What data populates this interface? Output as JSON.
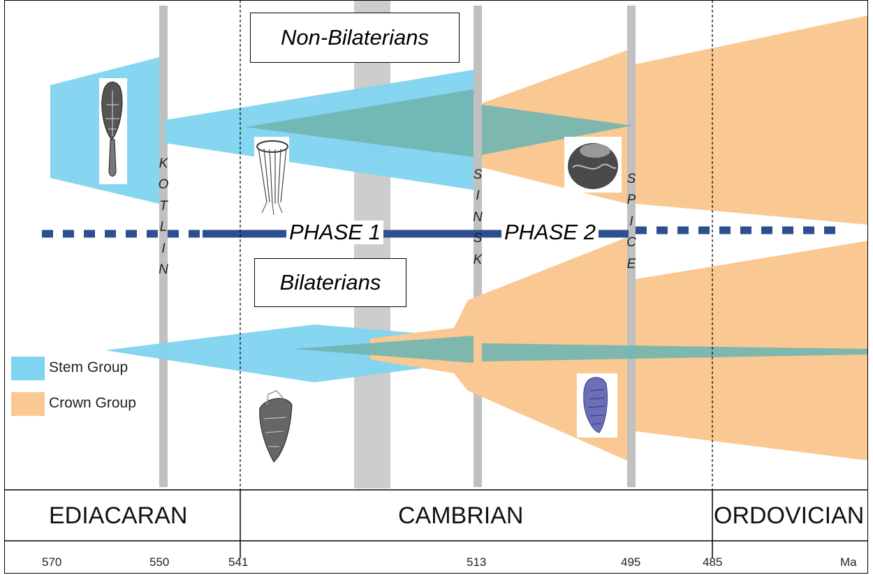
{
  "group_labels": {
    "non_bilaterians": "Non-Bilaterians",
    "bilaterians": "Bilaterians"
  },
  "phases": {
    "phase1": "PHASE 1",
    "phase2": "PHASE 2"
  },
  "events": [
    {
      "name": "KOTLIN",
      "letters": [
        "K",
        "O",
        "T",
        "L",
        "I",
        "N"
      ]
    },
    {
      "name": "SINSK",
      "letters": [
        "S",
        "I",
        "N",
        "S",
        "K"
      ]
    },
    {
      "name": "SPICE",
      "letters": [
        "S",
        "P",
        "I",
        "C",
        "E"
      ]
    }
  ],
  "legend": [
    {
      "label": "Stem Group",
      "color": "#7fd3f0"
    },
    {
      "label": "Crown Group",
      "color": "#fac892"
    }
  ],
  "periods": [
    "EDIACARAN",
    "CAMBRIAN",
    "ORDOVICIAN"
  ],
  "ticks": [
    "570",
    "550",
    "541",
    "513",
    "495",
    "485",
    "Ma"
  ],
  "colors": {
    "stem": "#7fd3f0",
    "crown": "#fac892",
    "overlap": "#6fb5b0",
    "event_bar": "#c0c0c0",
    "phase_line": "#2e4f8f"
  }
}
